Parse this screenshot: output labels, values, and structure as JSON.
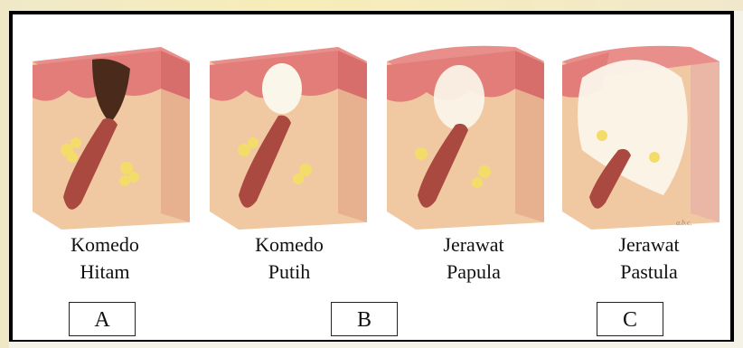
{
  "stages": [
    {
      "name_line1": "Komedo",
      "name_line2": "Hitam"
    },
    {
      "name_line1": "Komedo",
      "name_line2": "Putih"
    },
    {
      "name_line1": "Jerawat",
      "name_line2": "Papula"
    },
    {
      "name_line1": "Jerawat",
      "name_line2": "Pastula"
    }
  ],
  "answer_boxes": [
    "A",
    "B",
    "C"
  ],
  "colors": {
    "skin_surface": "#e88f8c",
    "skin_body": "#f0c9a3",
    "follicle": "#a9493f",
    "blackhead_plug": "#4a2a1a",
    "pus": "#fbf6ea",
    "gland": "#f3dc6a"
  }
}
